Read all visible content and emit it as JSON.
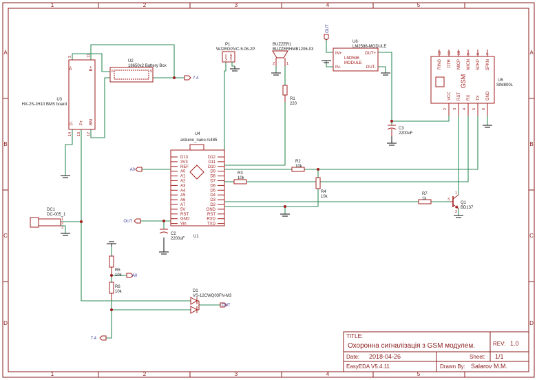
{
  "frame": {
    "cols": [
      "1",
      "2",
      "3",
      "4",
      "5"
    ],
    "rows": [
      "A",
      "B",
      "C",
      "D"
    ]
  },
  "title_block": {
    "title_label": "TITLE:",
    "title": "Охоронна сигналізація з GSM модулем.",
    "rev_label": "REV:",
    "rev": "1.0",
    "date_label": "Date:",
    "date": "2018-04-26",
    "sheet_label": "Sheet:",
    "sheet": "1/1",
    "software": "EasyEDA V5.4.11",
    "drawn_by_label": "Drawn By:",
    "drawn_by": "Salarov M.M."
  },
  "components": {
    "u3": {
      "ref": "U3",
      "name": "HX-2S-JH10 BMS board",
      "pin_b_minus": "B-",
      "pin_b_plus": "B+",
      "pin_p_minus": "P-",
      "pin_p_plus": "P+",
      "pin_bm": "BM",
      "n3": "3",
      "n11": "11",
      "n14": "14",
      "n13": "13",
      "n12": "12"
    },
    "u2": {
      "ref": "U2",
      "name": "18650x2 Battery Box",
      "n6": "6",
      "n5": "5"
    },
    "p1": {
      "ref": "P1",
      "name": "WJ2EDGVC-5.08-2P",
      "n1": "1",
      "n2": "2",
      "vcc": "VCC",
      "gnd": "GND"
    },
    "buzzer": {
      "ref": "BUZZER1",
      "name": "BUZZERHMB1206-03",
      "n2": "2",
      "n1": "1"
    },
    "u6": {
      "ref": "U6",
      "name": "LM2596-MODULE",
      "body": "LM2596",
      "body2": "MODULE",
      "in_plus": "IN+",
      "in_minus": "IN-",
      "out_plus": "OUT+",
      "out_minus": "OUT-"
    },
    "u5": {
      "ref": "U5",
      "name": "SIM800L",
      "body": "GSM",
      "top_pins": [
        "RING",
        "DTR",
        "MICP",
        "MICN",
        "SPKP",
        "SPKN"
      ],
      "top_nums": [
        "12",
        "11",
        "10",
        "9",
        "8",
        "7"
      ],
      "bottom_pins": [
        "VCC",
        "RST",
        "RX",
        "TX",
        "GND"
      ],
      "bottom_nums": [
        "2",
        "3",
        "4",
        "5",
        "6"
      ]
    },
    "r1": {
      "ref": "R1",
      "value": "220"
    },
    "c3": {
      "ref": "C3",
      "value": "2200uF"
    },
    "u4": {
      "ref": "U4",
      "name": "arduino_nano rs485"
    },
    "u1": {
      "ref": "U1",
      "left_pins": [
        "D13",
        "3V3",
        "REF",
        "A0",
        "A1",
        "A2",
        "A3",
        "A4",
        "A5",
        "A6",
        "A7",
        "5V",
        "RST",
        "GND",
        "Vin"
      ],
      "right_pins": [
        "D12",
        "D11",
        "D10",
        "D9",
        "D8",
        "D7",
        "D6",
        "D5",
        "D4",
        "D3",
        "D2",
        "GND",
        "RST",
        "RXD",
        "TXD"
      ]
    },
    "r2": {
      "ref": "R2",
      "value": "10k"
    },
    "r3": {
      "ref": "R3",
      "value": "10k"
    },
    "r4": {
      "ref": "R4",
      "value": "10k"
    },
    "r7": {
      "ref": "R7",
      "value": "1k"
    },
    "q1": {
      "ref": "Q1",
      "name": "BD137",
      "n1": "1",
      "n2": "2",
      "n3": "3"
    },
    "c2": {
      "ref": "C2",
      "value": "2200uF"
    },
    "dc1": {
      "ref": "DC1",
      "name": "DC-005_1",
      "n1": "1",
      "n2": "2",
      "n3": "3"
    },
    "r5": {
      "ref": "R5",
      "value": "10k"
    },
    "r6": {
      "ref": "R6",
      "value": "10k"
    },
    "d1": {
      "ref": "D1",
      "name": "VS-12CWQ03FN-M3"
    }
  },
  "nets": {
    "n74_right": "7.4",
    "n74_left": "7.4",
    "out_top": "OUT",
    "out_left": "OUT",
    "out_d1": "OUT",
    "a0_left": "A0",
    "a0_r5": "A0"
  }
}
